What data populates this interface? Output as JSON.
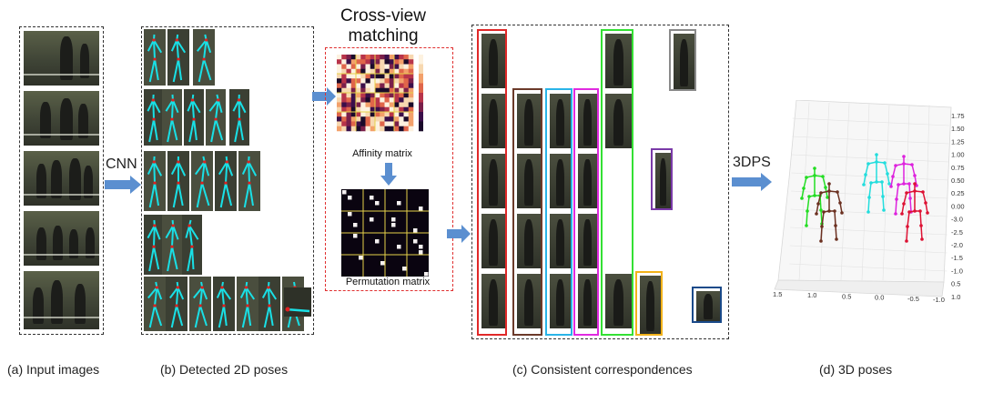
{
  "labels": {
    "a": "(a) Input images",
    "b": "(b) Detected 2D poses",
    "c": "(c) Consistent correspondences",
    "d": "(d) 3D poses"
  },
  "arrows": {
    "cnn": "CNN",
    "dps": "3DPS"
  },
  "matching": {
    "title_line1": "Cross-view",
    "title_line2": "matching",
    "affinity_caption": "Affinity matrix",
    "permutation_caption": "Permutation matrix"
  },
  "colors": {
    "pose_skeleton": "#19e0e6",
    "pose_joint": "#e02020",
    "grid_line": "#e6d24a",
    "corr": [
      "#e02828",
      "#6b3a2a",
      "#2ab4e8",
      "#e02ae0",
      "#33e033",
      "#8a8a8a",
      "#7a3aa8",
      "#f2b21a",
      "#1a4a8a"
    ]
  },
  "plot3d": {
    "y_ticks": [
      "1.75",
      "1.50",
      "1.25",
      "1.00",
      "0.75",
      "0.50",
      "0.25",
      "0.00",
      "-3.0",
      "-2.5",
      "-2.0",
      "-1.5",
      "-1.0",
      "0.5",
      "1.0"
    ],
    "x_ticks": [
      "1.5",
      "1.0",
      "0.5",
      "0.0",
      "-0.5",
      "-1.0"
    ],
    "skeleton_colors": [
      "#22dd22",
      "#6b3020",
      "#22dddd",
      "#dd22dd",
      "#dd1133"
    ]
  }
}
